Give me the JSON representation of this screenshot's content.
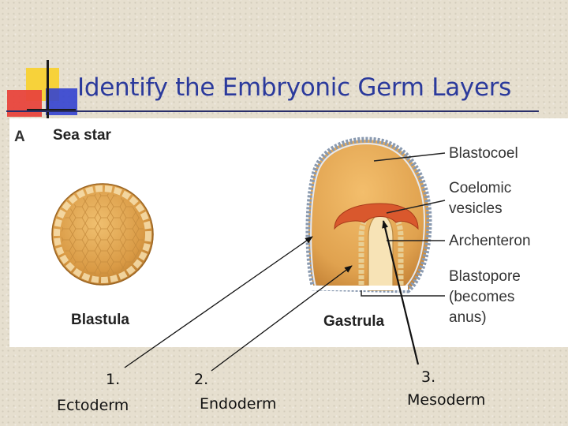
{
  "slide": {
    "title": "Identify the Embryonic Germ Layers"
  },
  "figure": {
    "panel_letter": "A",
    "organism": "Sea star",
    "stages": {
      "left": "Blastula",
      "right": "Gastrula"
    },
    "callouts": [
      "Blastocoel",
      "Coelomic",
      "vesicles",
      "Archenteron",
      "Blastopore",
      "(becomes",
      "anus)"
    ]
  },
  "answers": [
    {
      "number": "1.",
      "term": "Ectoderm"
    },
    {
      "number": "2.",
      "term": "Endoderm"
    },
    {
      "number": "3.",
      "term": "Mesoderm"
    }
  ],
  "colors": {
    "title": "#2b3a9c",
    "deco_yellow": "#f7d23a",
    "deco_red": "#e02a2a",
    "deco_blue": "#2e3ed0",
    "embryo_fill": "#e0a24f",
    "mesoderm": "#d9582d"
  }
}
